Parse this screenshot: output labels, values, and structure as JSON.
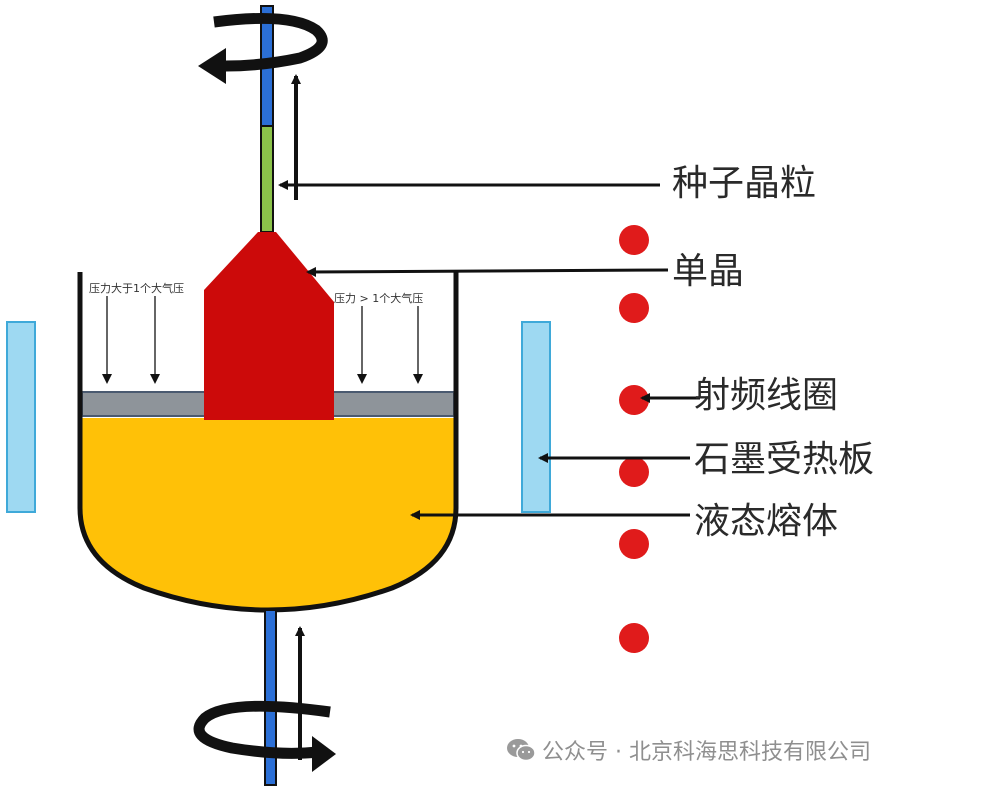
{
  "labels": {
    "seed_crystal": "种子晶粒",
    "single_crystal": "单晶",
    "rf_coil": "射频线圈",
    "graphite_susceptor": "石墨受热板",
    "liquid_melt": "液态熔体",
    "pressure_left": "压力大于1个大气压",
    "pressure_right": "压力 > 1个大气压"
  },
  "watermark": {
    "text": "公众号 · 北京科海思科技有限公司",
    "icon": "wechat-icon"
  },
  "colors": {
    "melt": "#FFC107",
    "crystal": "#CC0A0A",
    "seed": "#8BC34A",
    "shaft": "#2B6FD6",
    "susceptor": "#9ED9F2",
    "encapsulant": "#8E949A",
    "coil_dot": "#E01B1B",
    "outline": "#111111"
  }
}
